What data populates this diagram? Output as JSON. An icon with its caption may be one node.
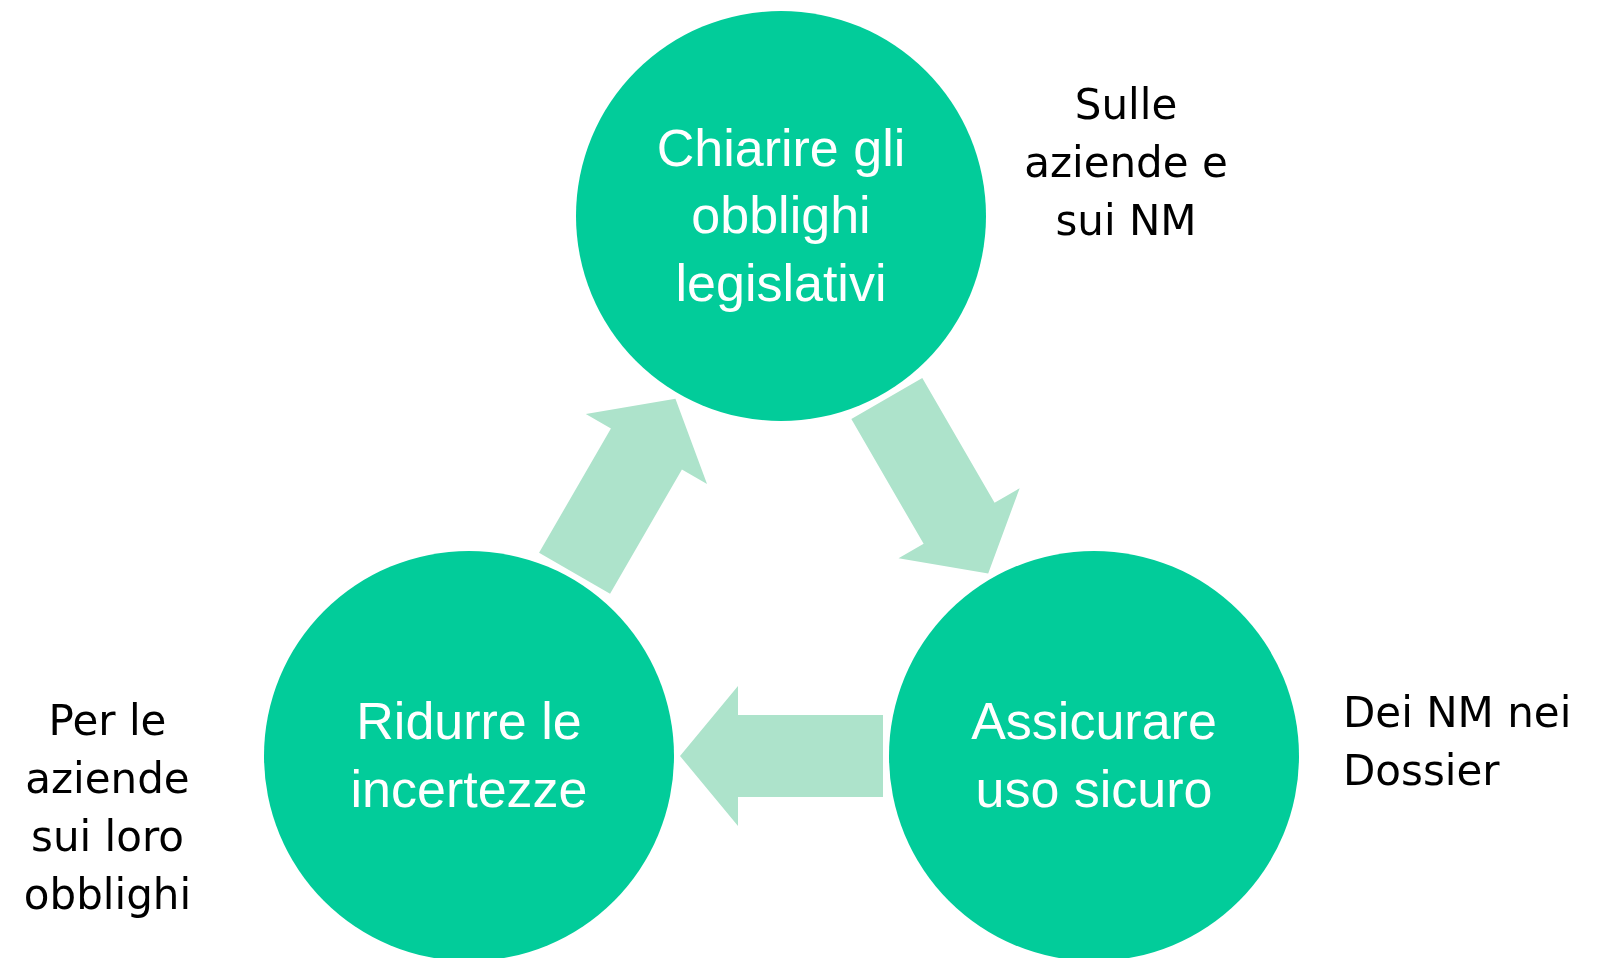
{
  "diagram": {
    "nodes": [
      {
        "text": [
          "Chiarire gli obblighi legislativi"
        ],
        "beside": [
          "Sulle aziende e sui NM"
        ]
      },
      {
        "text": [
          "Ridurre le incertezze"
        ],
        "beside": [
          "Per le aziende sui loro obblighi"
        ]
      },
      {
        "text": [
          "Assicurare uso sicuro"
        ],
        "beside": [
          "Dei NM nei Dossier"
        ]
      }
    ],
    "edges": [
      {
        "from": 0,
        "to": 2,
        "arrow": "to"
      },
      {
        "from": 2,
        "to": 1,
        "arrow": "to"
      },
      {
        "from": 1,
        "to": 0,
        "arrow": "to"
      }
    ]
  }
}
